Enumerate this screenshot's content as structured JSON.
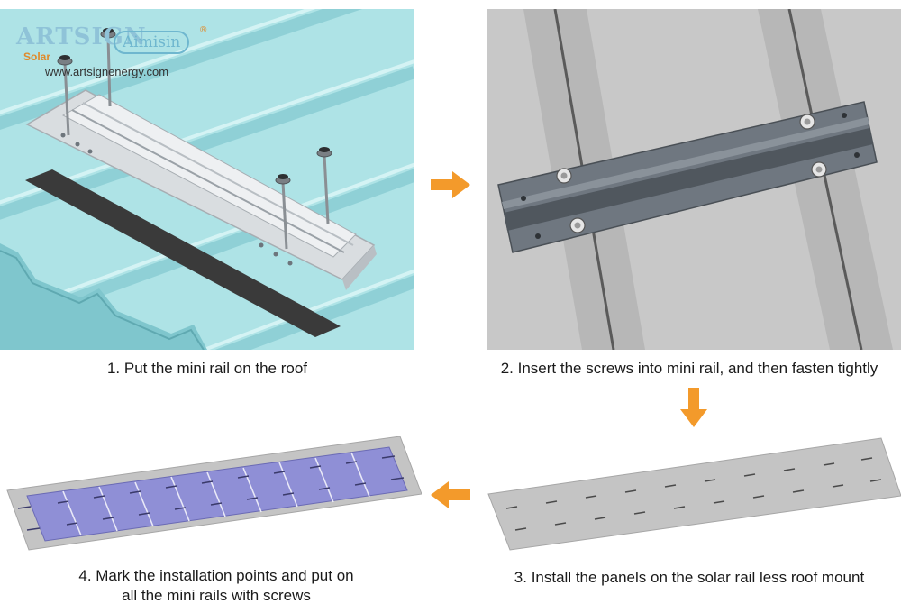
{
  "brand": {
    "logo_art_sign": "ARTSIGN",
    "logo_solar": "Solar",
    "logo_aimisin": "Aimisin",
    "registered_mark": "®",
    "website": "www.artsignenergy.com"
  },
  "steps": [
    {
      "caption": "1. Put the mini rail on the roof"
    },
    {
      "caption": "2. Insert the screws into mini rail, and then fasten tightly"
    },
    {
      "caption": "3. Install the panels on the solar rail less roof mount"
    },
    {
      "caption_line1": "4. Mark the installation points and put on",
      "caption_line2": "all the mini rails with screws"
    }
  ],
  "colors": {
    "roof_cyan": "#aee3e6",
    "rail_silver": "#d9dde0",
    "rail_dark": "#6f7780",
    "roof_grey": "#bdbdbd",
    "panel_purple": "#8f8fd6",
    "arrow_orange": "#f39a2b"
  }
}
